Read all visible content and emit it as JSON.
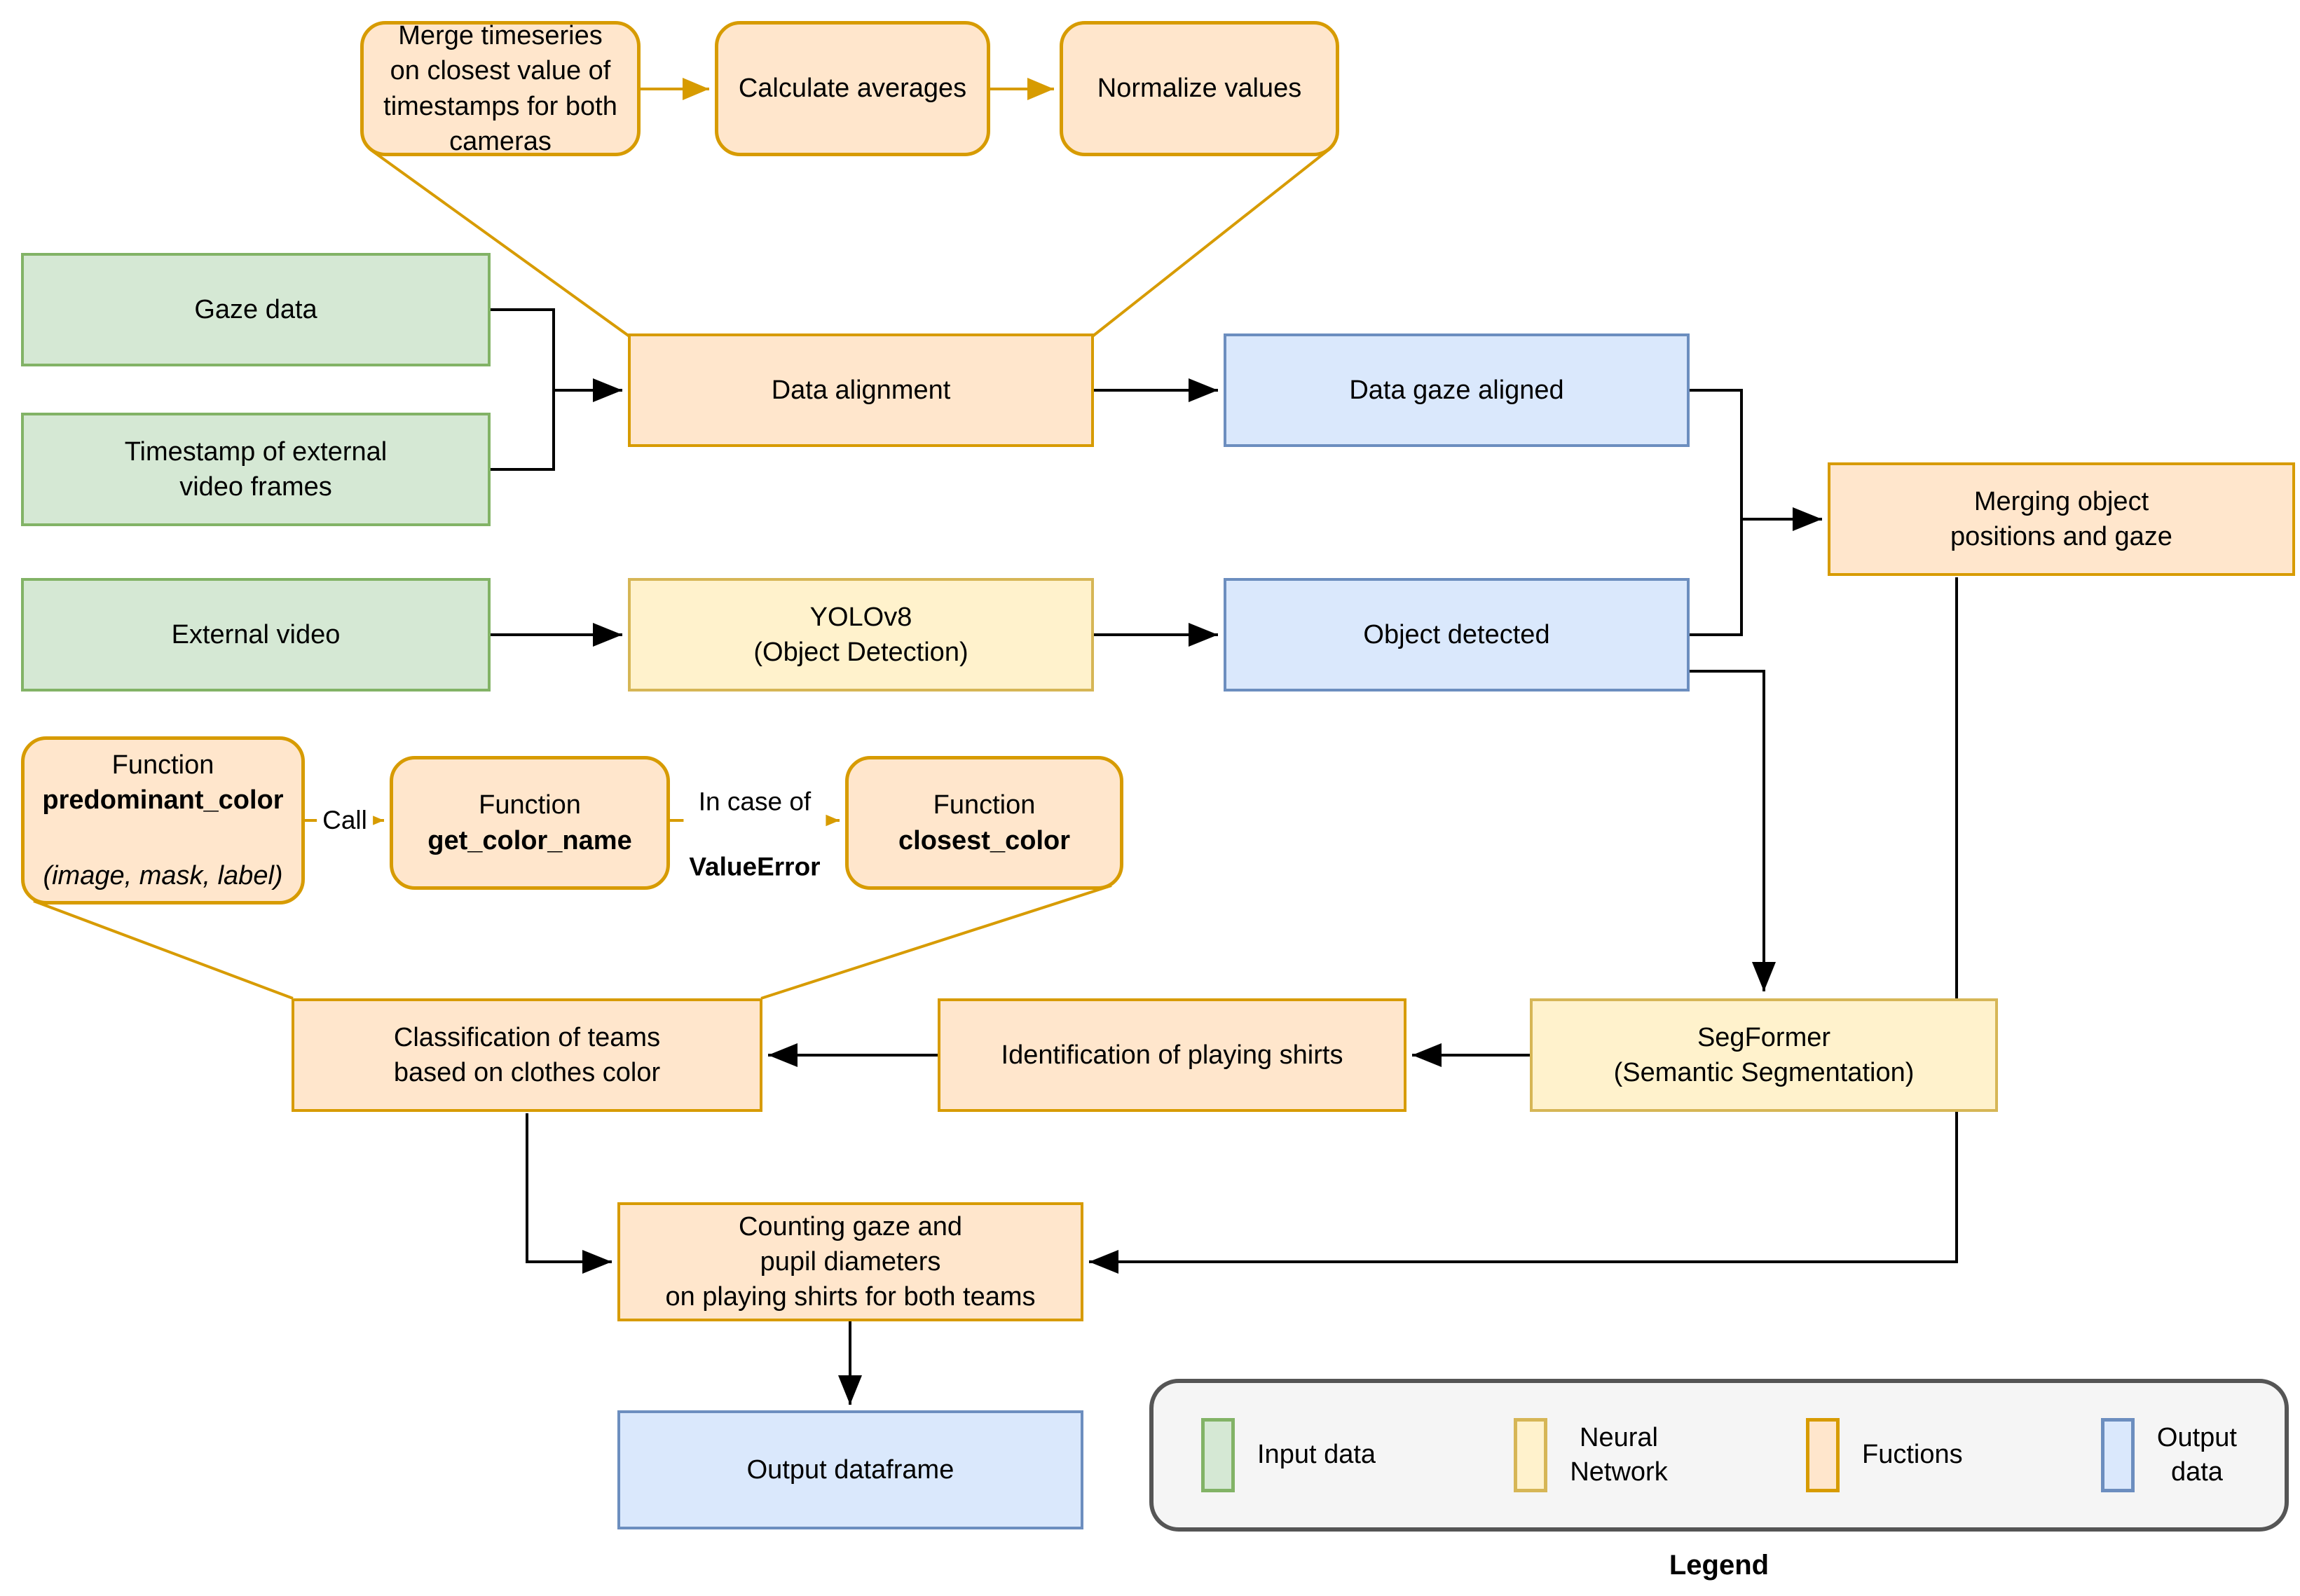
{
  "diagram": {
    "nodes": {
      "merge_timeseries": {
        "label": "Merge timeseries\non closest value of\ntimestamps for both\ncameras"
      },
      "calculate_averages": {
        "label": "Calculate averages"
      },
      "normalize_values": {
        "label": "Normalize values"
      },
      "gaze_data": {
        "label": "Gaze data"
      },
      "timestamp_frames": {
        "label": "Timestamp of external\nvideo frames"
      },
      "data_alignment": {
        "label": "Data alignment"
      },
      "data_gaze_aligned": {
        "label": "Data gaze aligned"
      },
      "merging_object": {
        "label": "Merging object\npositions and gaze"
      },
      "external_video": {
        "label": "External video"
      },
      "yolov8": {
        "label": "YOLOv8\n(Object Detection)"
      },
      "object_detected": {
        "label": "Object detected"
      },
      "fn_predominant": {
        "prefix": "Function",
        "name": "predominant_color",
        "args": "(image, mask, label)"
      },
      "fn_get_color": {
        "prefix": "Function",
        "name": "get_color_name"
      },
      "fn_closest": {
        "prefix": "Function",
        "name": "closest_color"
      },
      "classification": {
        "label": "Classification of teams\nbased on clothes color"
      },
      "identification": {
        "label": "Identification of playing shirts"
      },
      "segformer": {
        "label": "SegFormer\n(Semantic Segmentation)"
      },
      "counting": {
        "label": "Counting gaze and\npupil diameters\non playing shirts for both teams"
      },
      "output_dataframe": {
        "label": "Output dataframe"
      }
    },
    "edge_labels": {
      "call": "Call",
      "in_case_of": "In case of",
      "value_error": "ValueError"
    },
    "legend": {
      "title": "Legend",
      "items": [
        {
          "label": "Input data",
          "fill": "#d5e8d4",
          "border": "#82b366"
        },
        {
          "label": "Neural\nNetwork",
          "fill": "#fff2cc",
          "border": "#d6b656"
        },
        {
          "label": "Fuctions",
          "fill": "#ffe6cc",
          "border": "#d79b00"
        },
        {
          "label": "Output\ndata",
          "fill": "#dae8fc",
          "border": "#6c8ebf"
        }
      ]
    },
    "colors": {
      "input_fill": "#d5e8d4",
      "input_border": "#82b366",
      "neural_fill": "#fff2cc",
      "neural_border": "#d6b656",
      "function_fill": "#ffe6cc",
      "function_border": "#d79b00",
      "output_fill": "#dae8fc",
      "output_border": "#6c8ebf",
      "legend_fill": "#f5f5f5",
      "legend_border": "#555555",
      "arrow_black": "#000000",
      "arrow_orange": "#d79b00"
    }
  }
}
